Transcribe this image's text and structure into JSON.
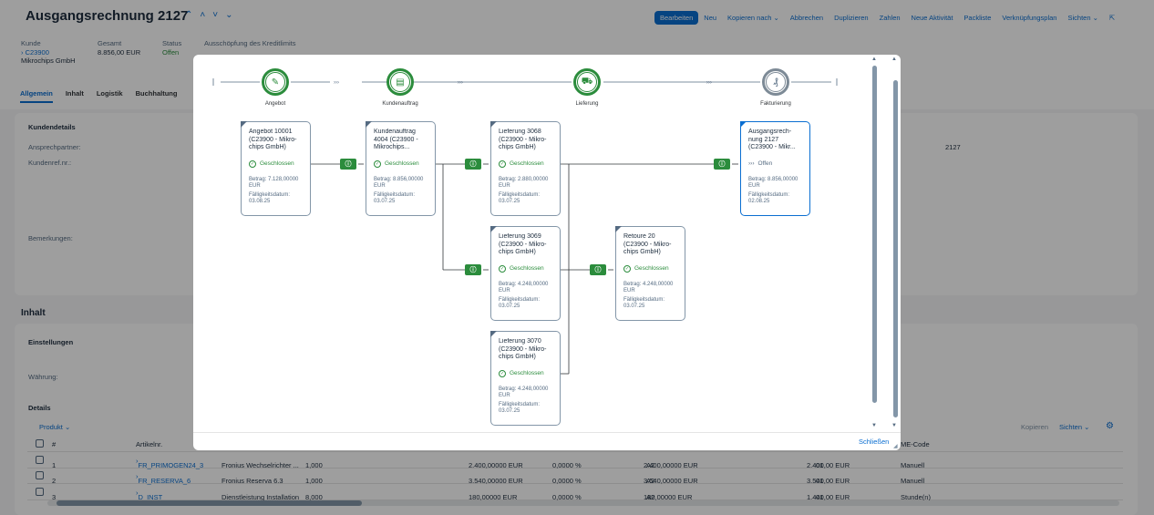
{
  "header": {
    "title": "Ausgangsrechnung 2127",
    "actions": [
      "Bearbeiten",
      "Neu",
      "Kopieren nach",
      "Abbrechen",
      "Duplizieren",
      "Zahlen",
      "Neue Aktivität",
      "Packliste",
      "Verknüpfungsplan",
      "Sichten"
    ],
    "kpis": {
      "kunde_label": "Kunde",
      "kunde_id": "C23900",
      "kunde_name": "Mikrochips GmbH",
      "gesamt_label": "Gesamt",
      "gesamt_value": "8.856,00 EUR",
      "status_label": "Status",
      "status_value": "Offen",
      "kredit_label": "Ausschöpfung des Kreditlimits"
    },
    "tabs": [
      "Allgemein",
      "Inhalt",
      "Logistik",
      "Buchhaltung"
    ]
  },
  "general": {
    "section_title": "Kundendetails",
    "ansprechpartner_label": "Ansprechpartner:",
    "kundenref_label": "Kundenref.nr.:",
    "bemerkungen_label": "Bemerkungen:",
    "right_value": "2127"
  },
  "inhalt": {
    "title": "Inhalt",
    "settings_title": "Einstellungen",
    "waehrung_label": "Währung:",
    "details_title": "Details",
    "produkt_label": "Produkt",
    "kopieren_label": "Kopieren",
    "sichten_label": "Sichten",
    "columns": {
      "hash": "#",
      "artikel": "Artikelnr.",
      "me": "ME-Code"
    },
    "rows": [
      {
        "n": "1",
        "art": "FR_PRIMOGEN24_3",
        "desc": "Fronius Wechselrichter ...",
        "qty": "1,000",
        "price": "2.400,00000 EUR",
        "disc": "0,0000 %",
        "net": "2.400,00000 EUR",
        "tax": "A2",
        "total": "2.400,00 EUR",
        "wh": "01",
        "me": "Manuell"
      },
      {
        "n": "2",
        "art": "FR_RESERVA_6",
        "desc": "Fronius Reserva 6.3",
        "qty": "1,000",
        "price": "3.540,00000 EUR",
        "disc": "0,0000 %",
        "net": "3.540,00000 EUR",
        "tax": "A2",
        "total": "3.540,00 EUR",
        "wh": "01",
        "me": "Manuell"
      },
      {
        "n": "3",
        "art": "D_INST",
        "desc": "Dienstleistung Installation",
        "qty": "8,000",
        "price": "180,00000 EUR",
        "disc": "0,0000 %",
        "net": "180,00000 EUR",
        "tax": "A2",
        "total": "1.440,00 EUR",
        "wh": "01",
        "me": "Stunde(n)"
      }
    ]
  },
  "dialog": {
    "close_label": "Schließen",
    "lanes": [
      "Angebot",
      "Kundenauftrag",
      "Lieferung",
      "Fakturierung"
    ],
    "nodes": {
      "angebot": {
        "title": "Angebot 10001 (C23900 - Mikro-chips GmbH)",
        "status": "Geschlossen",
        "amount": "Betrag: 7.128,00000 EUR",
        "due_label": "Fälligkeitsdatum:",
        "due": "03.08.25"
      },
      "auftrag": {
        "title": "Kundenauftrag 4004 (C23900 - Mikrochips...",
        "status": "Geschlossen",
        "amount": "Betrag: 8.856,00000 EUR",
        "due_label": "Fälligkeitsdatum:",
        "due": "03.07.25"
      },
      "lief1": {
        "title": "Lieferung 3068 (C23900 - Mikro-chips GmbH)",
        "status": "Geschlossen",
        "amount": "Betrag: 2.880,00000 EUR",
        "due_label": "Fälligkeitsdatum:",
        "due": "03.07.25"
      },
      "lief2": {
        "title": "Lieferung 3069 (C23900 - Mikro-chips GmbH)",
        "status": "Geschlossen",
        "amount": "Betrag: 4.248,00000 EUR",
        "due_label": "Fälligkeitsdatum:",
        "due": "03.07.25"
      },
      "lief3": {
        "title": "Lieferung 3070 (C23900 - Mikro-chips GmbH)",
        "status": "Geschlossen",
        "amount": "Betrag: 4.248,00000 EUR",
        "due_label": "Fälligkeitsdatum:",
        "due": "03.07.25"
      },
      "retoure": {
        "title": "Retoure 20 (C23900 - Mikro-chips GmbH)",
        "status": "Geschlossen",
        "amount": "Betrag: 4.248,00000 EUR",
        "due_label": "Fälligkeitsdatum:",
        "due": "03.07.25"
      },
      "rechnung": {
        "title": "Ausgangsrech-nung 2127 (C23900 - Mikr...",
        "status": "Offen",
        "amount": "Betrag: 8.856,00000 EUR",
        "due_label": "Fälligkeitsdatum:",
        "due": "02.08.25"
      }
    }
  },
  "colors": {
    "accent": "#0a6ed1",
    "success": "#2b8c3c"
  }
}
